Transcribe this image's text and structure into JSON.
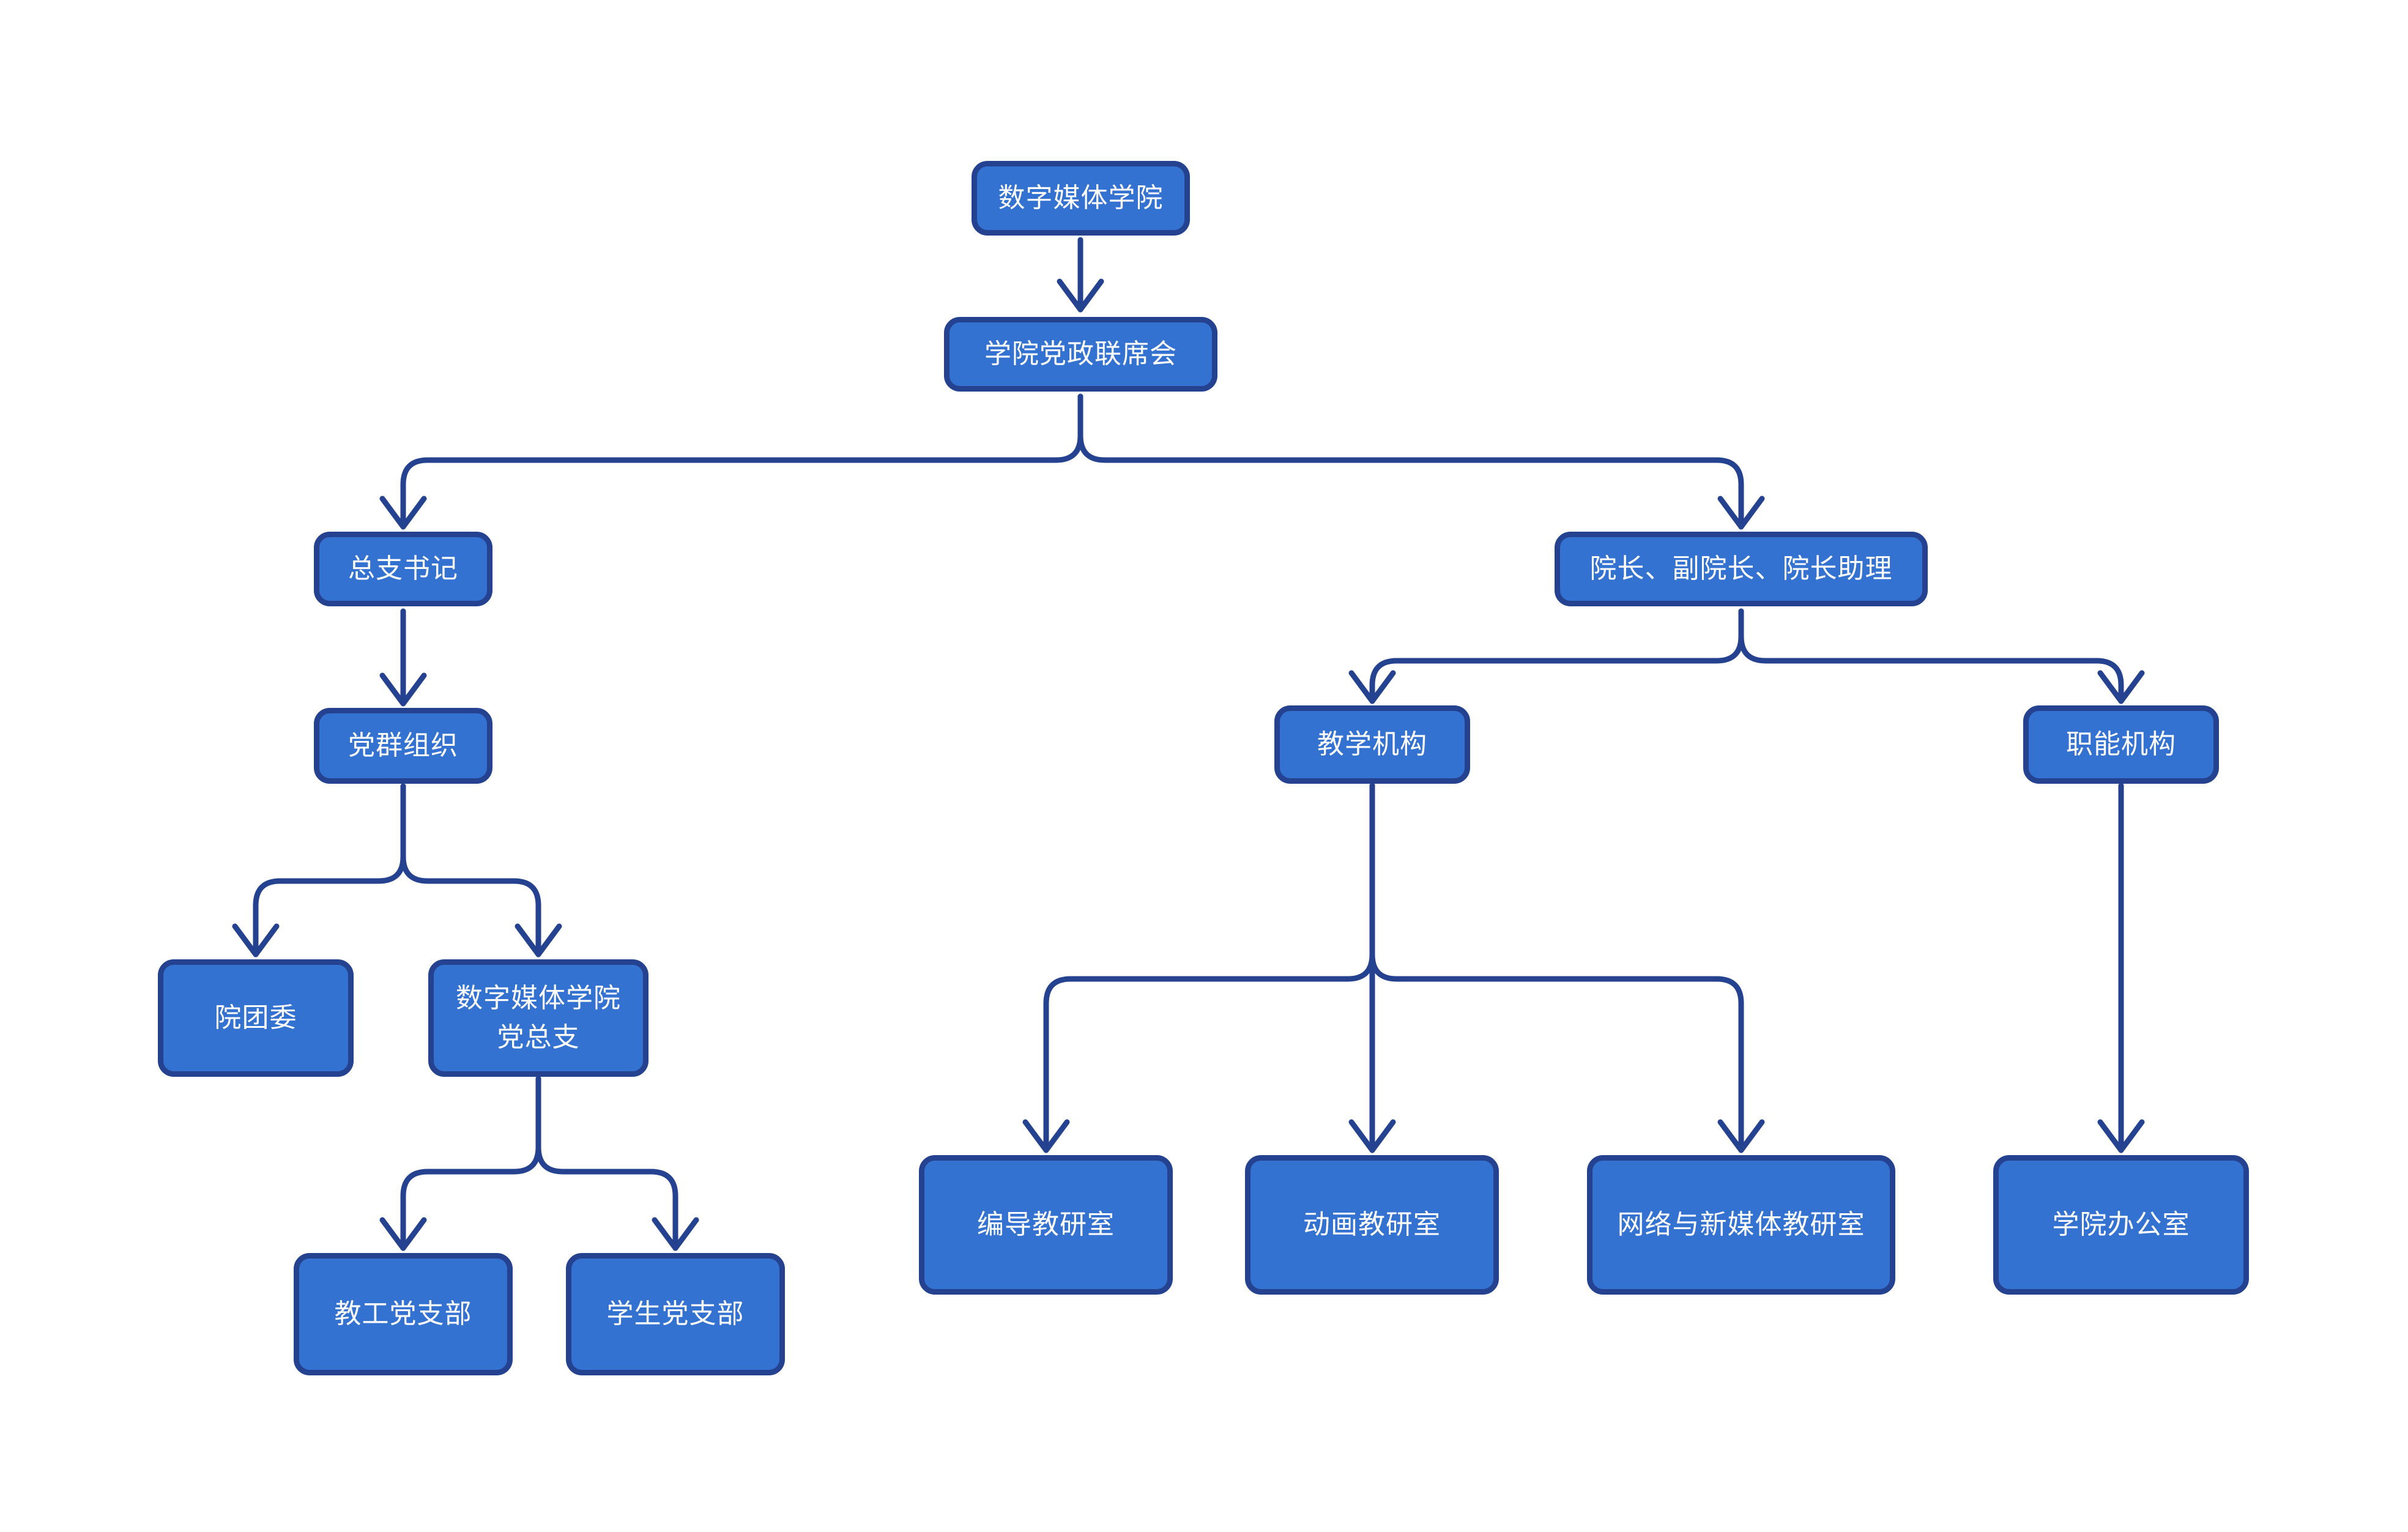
{
  "diagram": {
    "type": "org-chart",
    "colors": {
      "background": "#ffffff",
      "node_fill": "#3372D0",
      "node_border": "#24428F",
      "connector": "#24428F",
      "node_text": "#ffffff"
    },
    "nodes": {
      "college": {
        "label": "数字媒体学院"
      },
      "joint_council": {
        "label": "学院党政联席会"
      },
      "secretary": {
        "label": "总支书记"
      },
      "deans": {
        "label": "院长、副院长、院长助理"
      },
      "party_mass": {
        "label": "党群组织"
      },
      "teaching": {
        "label": "教学机构"
      },
      "functional": {
        "label": "职能机构"
      },
      "youth_league": {
        "label": "院团委"
      },
      "party_branch": {
        "label_line1": "数字媒体学院",
        "label_line2": "党总支"
      },
      "faculty_branch": {
        "label": "教工党支部"
      },
      "student_branch": {
        "label": "学生党支部"
      },
      "directing_office": {
        "label": "编导教研室"
      },
      "animation_office": {
        "label": "动画教研室"
      },
      "network_office": {
        "label": "网络与新媒体教研室"
      },
      "college_office": {
        "label": "学院办公室"
      }
    },
    "edges": [
      {
        "from": "college",
        "to": "joint_council"
      },
      {
        "from": "joint_council",
        "to": "secretary"
      },
      {
        "from": "joint_council",
        "to": "deans"
      },
      {
        "from": "secretary",
        "to": "party_mass"
      },
      {
        "from": "party_mass",
        "to": "youth_league"
      },
      {
        "from": "party_mass",
        "to": "party_branch"
      },
      {
        "from": "party_branch",
        "to": "faculty_branch"
      },
      {
        "from": "party_branch",
        "to": "student_branch"
      },
      {
        "from": "deans",
        "to": "teaching"
      },
      {
        "from": "deans",
        "to": "functional"
      },
      {
        "from": "teaching",
        "to": "directing_office"
      },
      {
        "from": "teaching",
        "to": "animation_office"
      },
      {
        "from": "teaching",
        "to": "network_office"
      },
      {
        "from": "functional",
        "to": "college_office"
      }
    ]
  }
}
